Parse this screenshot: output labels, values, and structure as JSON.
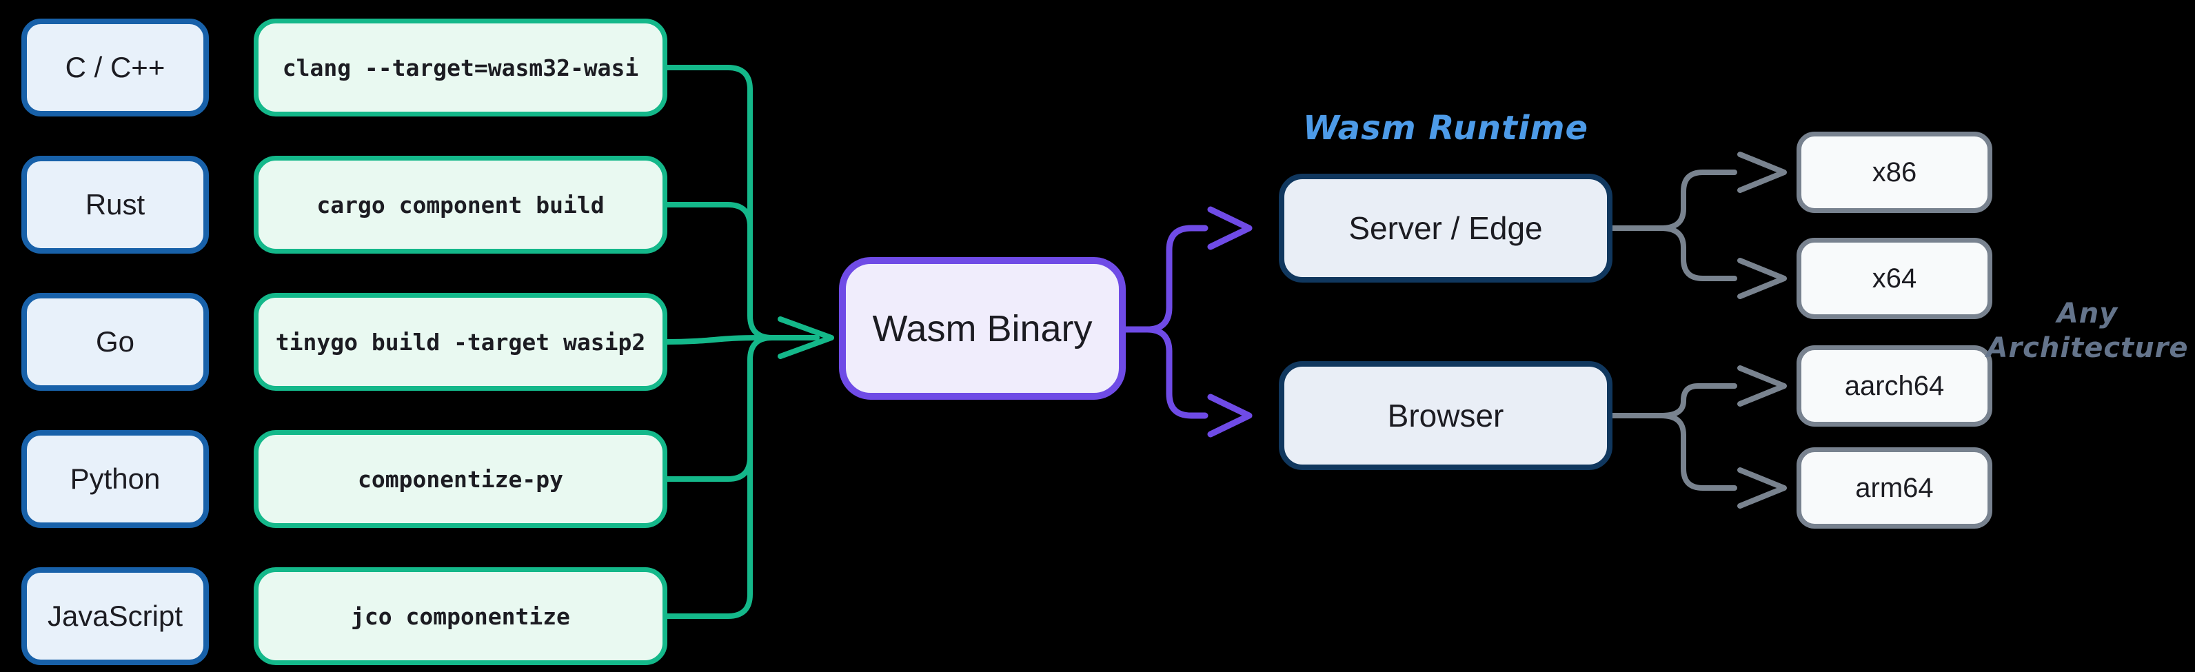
{
  "diagram": {
    "languages": [
      {
        "label": "C / C++"
      },
      {
        "label": "Rust"
      },
      {
        "label": "Go"
      },
      {
        "label": "Python"
      },
      {
        "label": "JavaScript"
      }
    ],
    "commands": [
      {
        "label": "clang --target=wasm32-wasi"
      },
      {
        "label": "cargo component build"
      },
      {
        "label": "tinygo build -target wasip2"
      },
      {
        "label": "componentize-py"
      },
      {
        "label": "jco componentize"
      }
    ],
    "binary": {
      "label": "Wasm Binary"
    },
    "runtime_heading": "Wasm Runtime",
    "runtimes": [
      {
        "label": "Server / Edge"
      },
      {
        "label": "Browser"
      }
    ],
    "architectures": [
      {
        "label": "x86"
      },
      {
        "label": "x64"
      },
      {
        "label": "aarch64"
      },
      {
        "label": "arm64"
      }
    ],
    "any_architecture": {
      "line1": "Any",
      "line2": "Architecture"
    },
    "colors": {
      "background": "#000000",
      "language_fill": "#e8f1fa",
      "language_border": "#1861a9",
      "command_fill": "#e9f9f1",
      "command_border": "#14b88a",
      "green_connector": "#14b88a",
      "binary_fill": "#f0edfc",
      "binary_border": "#6f4be6",
      "purple_connector": "#6f4be6",
      "runtime_fill": "#e9eef6",
      "runtime_border": "#10375e",
      "arch_fill": "#f8fafb",
      "arch_border": "#78828f",
      "gray_connector": "#79838f",
      "runtime_heading_text": "#4d9be8",
      "any_architecture_text": "#64748b",
      "node_text": "#1c1c22"
    }
  }
}
